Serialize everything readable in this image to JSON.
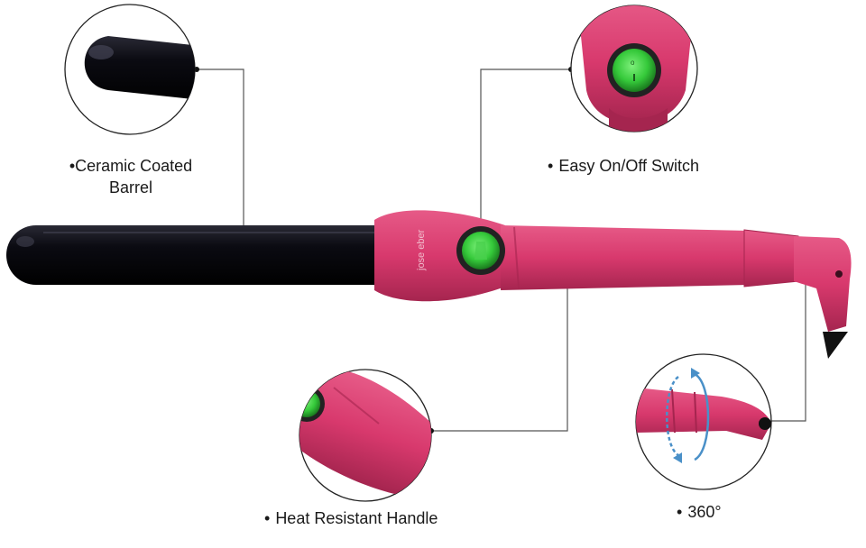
{
  "colors": {
    "barrel": "#0b0b12",
    "handle": "#d8396d",
    "handle_dark": "#a5254f",
    "switch": "#35c93a",
    "switch_ring": "#1e6b22",
    "leader_line": "#555555",
    "rotate_arrow": "#4a90c8"
  },
  "brand_text": "jose eber",
  "callouts": {
    "barrel": {
      "label_line1": "Ceramic Coated",
      "label_line2": "Barrel",
      "icon": "barrel-tip-closeup"
    },
    "switch": {
      "label": "Easy On/Off Switch",
      "icon": "switch-closeup"
    },
    "handle": {
      "label": "Heat Resistant Handle",
      "icon": "handle-closeup"
    },
    "swivel": {
      "label": "360°",
      "icon": "swivel-cord-closeup"
    }
  },
  "bullet": "•"
}
